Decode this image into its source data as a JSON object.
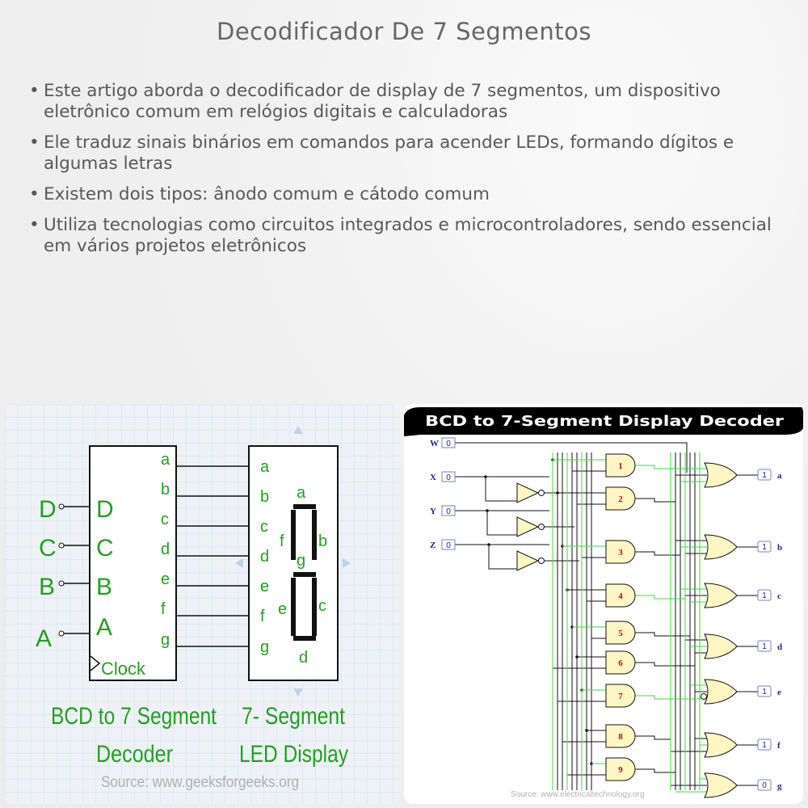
{
  "title": "Decodificador De 7 Segmentos",
  "bullets": [
    "Este artigo aborda o decodificador de display de 7 segmentos, um dispositivo eletrônico comum em relógios digitais e calculadoras",
    "Ele traduz sinais binários em comandos para acender LEDs, formando dígitos e algumas letras",
    "Existem dois tipos: ânodo comum e cátodo comum",
    "Utiliza tecnologias como circuitos integrados e microcontroladores, sendo essencial em vários projetos eletrônicos"
  ],
  "left_diagram": {
    "external_inputs": [
      "D",
      "C",
      "B",
      "A"
    ],
    "decoder_inputs": [
      "D",
      "C",
      "B",
      "A"
    ],
    "clock_label": "Clock",
    "decoder_outputs": [
      "a",
      "b",
      "c",
      "d",
      "e",
      "f",
      "g"
    ],
    "display_inputs": [
      "a",
      "b",
      "c",
      "d",
      "e",
      "f",
      "g"
    ],
    "segment_labels": {
      "a": "a",
      "b": "b",
      "c": "c",
      "d": "d",
      "e": "e",
      "f": "f",
      "g": "g"
    },
    "decoder_caption": [
      "BCD to 7 Segment",
      "Decoder"
    ],
    "display_caption": [
      "7- Segment",
      "LED Display"
    ],
    "source": "Source: www.geeksforgeeks.org",
    "colors": {
      "label_green": "#229f22",
      "line": "#111111"
    }
  },
  "right_diagram": {
    "title": "BCD to 7-Segment Display Decoder",
    "inputs": [
      {
        "name": "W",
        "value": "0"
      },
      {
        "name": "X",
        "value": "0"
      },
      {
        "name": "Y",
        "value": "0"
      },
      {
        "name": "Z",
        "value": "0"
      }
    ],
    "and_gates": [
      "1",
      "2",
      "3",
      "4",
      "5",
      "6",
      "7",
      "8",
      "9"
    ],
    "outputs": [
      {
        "name": "a",
        "value": "1"
      },
      {
        "name": "b",
        "value": "1"
      },
      {
        "name": "c",
        "value": "1"
      },
      {
        "name": "d",
        "value": "1"
      },
      {
        "name": "e",
        "value": "1"
      },
      {
        "name": "f",
        "value": "1"
      },
      {
        "name": "g",
        "value": "0"
      }
    ],
    "source": "Source: www.electricaltechnology.org",
    "colors": {
      "title_bg": "#000000",
      "title_fg": "#ffffff",
      "gate_fill": "#fff6c4",
      "active_wire": "#3ddc3d",
      "wire": "#111111",
      "gate_number": "#aa1111"
    }
  }
}
